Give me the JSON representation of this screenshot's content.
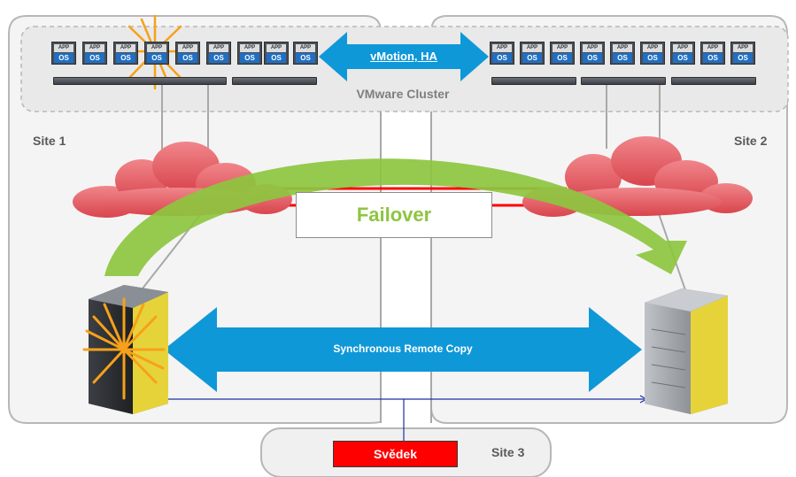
{
  "sites": {
    "site1_label": "Site 1",
    "site2_label": "Site 2",
    "site3_label": "Site 3"
  },
  "cluster": {
    "label": "VMware Cluster",
    "vmotion_label": "vMotion, HA"
  },
  "vm_tile": {
    "app_text": "APP",
    "os_text": "OS"
  },
  "failover": {
    "label": "Failover"
  },
  "replication": {
    "label": "Synchronous Remote Copy"
  },
  "witness": {
    "label": "Svědek"
  },
  "colors": {
    "blue_arrow": "#0f98d8",
    "green_arrow": "#8dc63f",
    "cloud": "#e4636a",
    "link_red": "#ff0000",
    "witness_red": "#ff0000",
    "failure_burst": "#f7a11a"
  }
}
